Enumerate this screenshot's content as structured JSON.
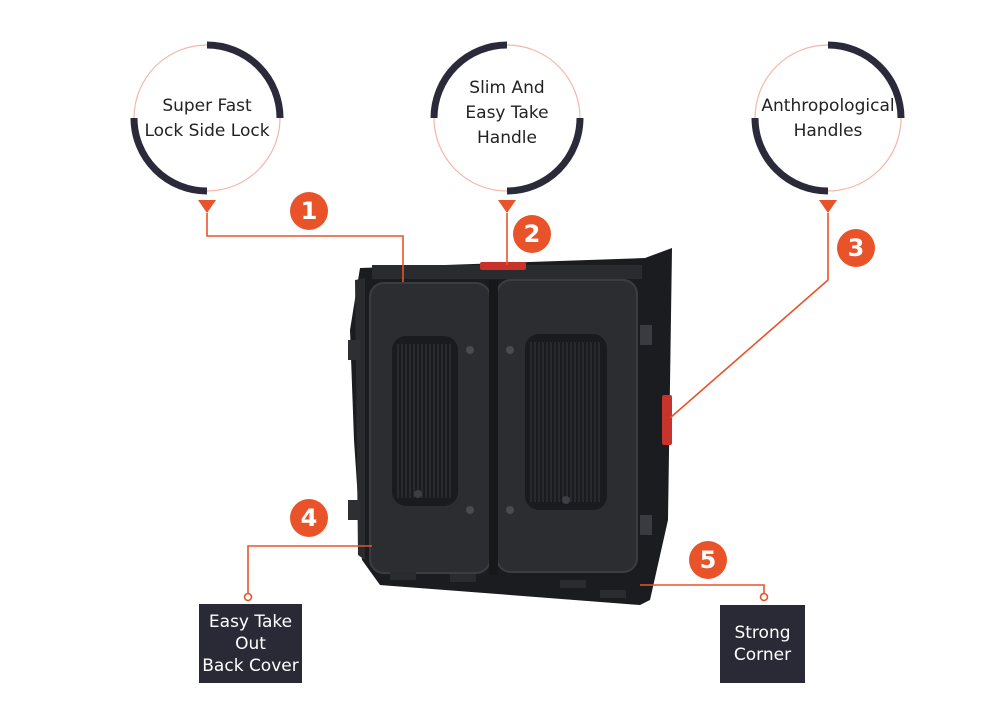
{
  "colors": {
    "accent": "#e8532a",
    "ring_dark": "#2b2a3a",
    "box_bg": "#2a2a37",
    "cabinet": "#1e1f22"
  },
  "callouts": [
    {
      "number": "1",
      "lines": [
        "Super Fast",
        "Lock Side Lock"
      ]
    },
    {
      "number": "2",
      "lines": [
        "Slim And",
        "Easy Take",
        "Handle"
      ]
    },
    {
      "number": "3",
      "lines": [
        "Anthropological",
        "Handles"
      ]
    },
    {
      "number": "4",
      "lines": [
        "Easy Take",
        "Out",
        "Back Cover"
      ]
    },
    {
      "number": "5",
      "lines": [
        "Strong",
        "Corner"
      ]
    }
  ]
}
